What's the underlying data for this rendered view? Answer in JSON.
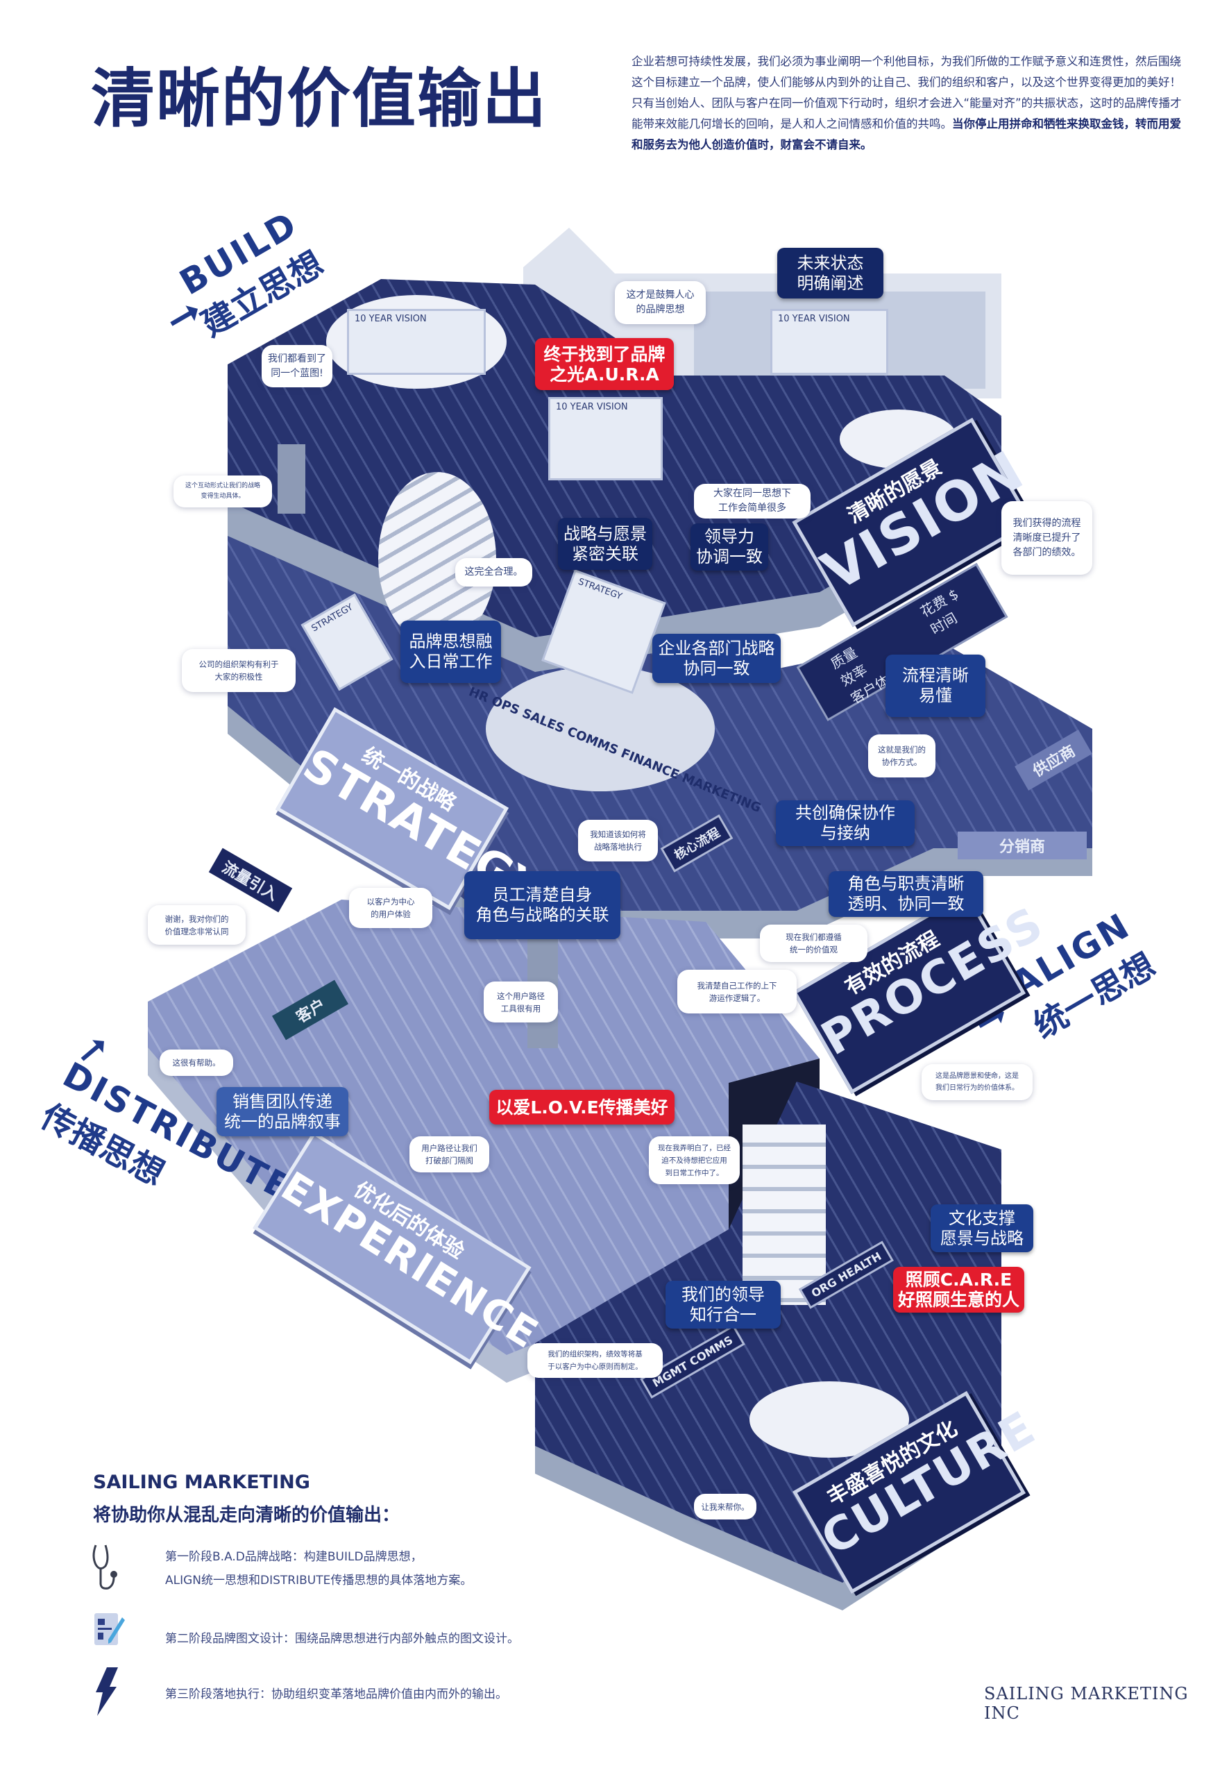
{
  "title": "清晰的价值输出",
  "intro": {
    "text": "企业若想可持续性发展，我们必须为事业阐明一个利他目标，为我们所做的工作赋予意义和连贯性，然后围绕这个目标建立一个品牌，使人们能够从内到外的让自己、我们的组织和客户，以及这个世界变得更加的美好！只有当创始人、团队与客户在同一价值观下行动时，组织才会进入“能量对齐”的共振状态，这时的品牌传播才能带来效能几何增长的回响，是人和人之间情感和价值的共鸣。",
    "bold": "当你停止用拼命和牺牲来换取金钱，转而用爱和服务去为他人创造价值时，财富会不请自来。"
  },
  "sections": {
    "build": {
      "en": "BUILD",
      "zh": "建立思想"
    },
    "align": {
      "en": "ALIGN",
      "zh": "统一思想"
    },
    "distribute": {
      "en": "DISTRIBUTE",
      "zh": "传播思想"
    }
  },
  "signs": {
    "vision": {
      "zh": "清晰的愿景",
      "en": "VISION"
    },
    "strategy": {
      "zh": "统一的战略",
      "en": "STRATEGY"
    },
    "process": {
      "zh": "有效的流程",
      "en": "PROCESS"
    },
    "experience": {
      "zh": "优化后的体验",
      "en": "EXPERIENCE"
    },
    "culture": {
      "zh": "丰盛喜悦的文化",
      "en": "CULTURE"
    }
  },
  "labels": [
    "未来状态\n明确阐述",
    "战略与愿景\n紧密关联",
    "领导力\n协调一致",
    "品牌思想融\n入日常工作",
    "企业各部门战略\n协同一致",
    "流程清晰\n易懂",
    "共创确保协作\n与接纳",
    "角色与职责清晰\n透明、协同一致",
    "员工清楚自身\n角色与战略的关联",
    "销售团队传递\n统一的品牌叙事",
    "文化支撑\n愿景与战略",
    "我们的领导\n知行合一"
  ],
  "red_labels": [
    "终于找到了品牌\n之光A.U.R.A",
    "以爱L.O.V.E传播美好",
    "照顾C.A.R.E\n好照顾生意的人"
  ],
  "bubbles": [
    "这才是鼓舞人心\n的品牌思想",
    "我们都看到了\n同一个蓝图!",
    "这个互动形式让我们的战略\n变得生动具体。",
    "大家在同一思想下\n工作会简单很多",
    "我们获得的流程\n清晰度已提升了\n各部门的绩效。",
    "这完全合理。",
    "公司的组织架构有利于\n大家的积极性",
    "这就是我们的\n协作方式。",
    "我知道该如何将\n战略落地执行",
    "谢谢，我对你们的\n价值理念非常认同",
    "以客户为中心\n的用户体验",
    "现在我们都遵循\n统一的价值观",
    "我清楚自己工作的上下\n游运作逻辑了。",
    "这个用户路径\n工具很有用",
    "这很有帮助。",
    "这是品牌愿景和使命，这是\n我们日常行为的价值体系。",
    "用户路径让我们\n打破部门隔阂",
    "现在我弄明白了，已经\n迫不及待想把它应用\n到日常工作中了。",
    "我们的组织架构，绩效等将基\n于以客户为中心原则而制定。",
    "让我来帮你。"
  ],
  "tags": {
    "traffic": "流量引入",
    "customer": "客户",
    "supplier": "供应商",
    "distributor": "分销商",
    "core_process": "核心流程",
    "org_health": "ORG HEALTH",
    "mgmt_comms": "MGMT COMMS",
    "departments": "HR OPS SALES COMMS FINANCE MARKETING",
    "vision_board": "10 YEAR VISION",
    "strategy_board": "STRATEGY",
    "metrics_left": "质量\n效率\n客户体验",
    "metrics_right": "花费 $\n时间"
  },
  "footer": {
    "brand": "SAILING MARKETING",
    "subtitle": "将协助你从混乱走向清晰的价值输出：",
    "items": [
      {
        "icon": "stethoscope-icon",
        "text": "第一阶段B.A.D品牌战略：构建BUILD品牌思想，\nALIGN统一思想和DISTRIBUTE传播思想的具体落地方案。"
      },
      {
        "icon": "design-document-icon",
        "text": "第二阶段品牌图文设计：围绕品牌思想进行内部外触点的图文设计。"
      },
      {
        "icon": "lightning-icon",
        "text": "第三阶段落地执行：协助组织变革落地品牌价值由内而外的输出。"
      }
    ],
    "logo": "SAILING MARKETING INC"
  },
  "colors": {
    "navy": "#1c2a6e",
    "red": "#e31c2d",
    "floor_dark": "#27336f",
    "floor_light": "#8b97c8"
  }
}
